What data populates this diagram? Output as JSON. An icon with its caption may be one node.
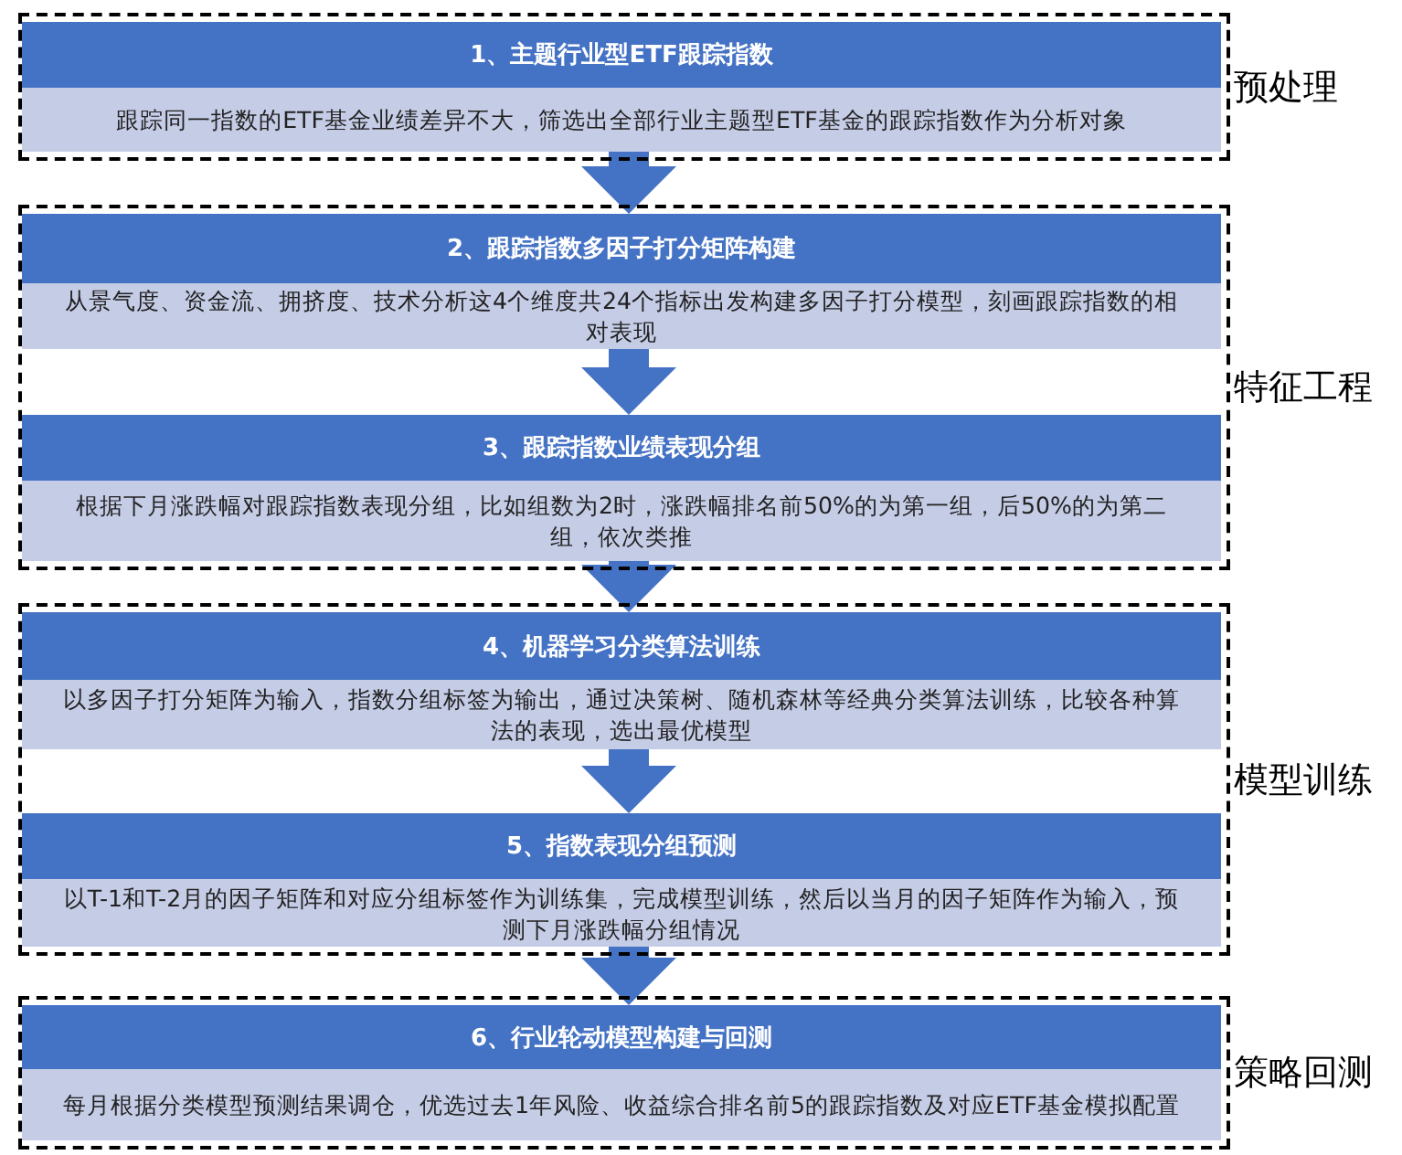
{
  "diagram": {
    "nodes": [
      {
        "text": [
          "预处理"
        ]
      },
      {
        "text": [
          "1、主题行业型ETF跟踪指数",
          "跟踪同一指数的ETF基金业绩差异不大，筛选出全部行业主题型ETF基金的跟踪指数作为分析对象"
        ],
        "in": 0
      },
      {
        "text": [
          "特征工程"
        ]
      },
      {
        "text": [
          "2、跟踪指数多因子打分矩阵构建",
          "从景气度、资金流、拥挤度、技术分析这4个维度共24个指标出发构建多因子打分模型，刻画跟踪指数的相对表现"
        ],
        "in": 2
      },
      {
        "text": [
          "3、跟踪指数业绩表现分组",
          "根据下月涨跌幅对跟踪指数表现分组，比如组数为2时，涨跌幅排名前50%的为第一组，后50%的为第二组，依次类推"
        ],
        "in": 2
      },
      {
        "text": [
          "模型训练"
        ]
      },
      {
        "text": [
          "4、机器学习分类算法训练",
          "以多因子打分矩阵为输入，指数分组标签为输出，通过决策树、随机森林等经典分类算法训练，比较各种算法的表现，选出最优模型"
        ],
        "in": 5
      },
      {
        "text": [
          "5、指数表现分组预测",
          "以T-1和T-2月的因子矩阵和对应分组标签作为训练集，完成模型训练，然后以当月的因子矩阵作为输入，预测下月涨跌幅分组情况"
        ],
        "in": 5
      },
      {
        "text": [
          "策略回测"
        ]
      },
      {
        "text": [
          "6、行业轮动模型构建与回测",
          "每月根据分类模型预测结果调仓，优选过去1年风险、收益综合排名前5的跟踪指数及对应ETF基金模拟配置"
        ],
        "in": 8
      }
    ],
    "edges": [
      {
        "from": 1,
        "to": 3,
        "arrow": "to"
      },
      {
        "from": 3,
        "to": 4,
        "arrow": "to"
      },
      {
        "from": 4,
        "to": 6,
        "arrow": "to"
      },
      {
        "from": 6,
        "to": 7,
        "arrow": "to"
      },
      {
        "from": 7,
        "to": 9,
        "arrow": "to"
      }
    ]
  }
}
